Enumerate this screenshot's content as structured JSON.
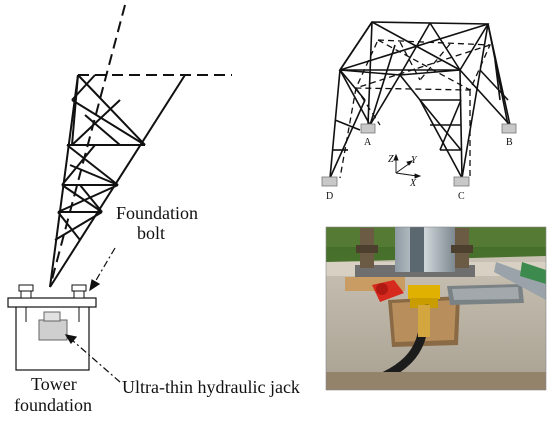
{
  "left_diagram": {
    "bolt_label_line1": "Foundation",
    "bolt_label_line2": "bolt",
    "foundation_label_line1": "Tower",
    "foundation_label_line2": "foundation",
    "jack_label": "Ultra-thin hydraulic jack"
  },
  "tower_model": {
    "support_labels": {
      "a": "A",
      "b": "B",
      "c": "C",
      "d": "D"
    },
    "axis_labels": {
      "z": "Z",
      "y": "Y",
      "x": "X"
    }
  },
  "photo": {
    "description_icon": "jack-under-tower-leg-photo"
  }
}
